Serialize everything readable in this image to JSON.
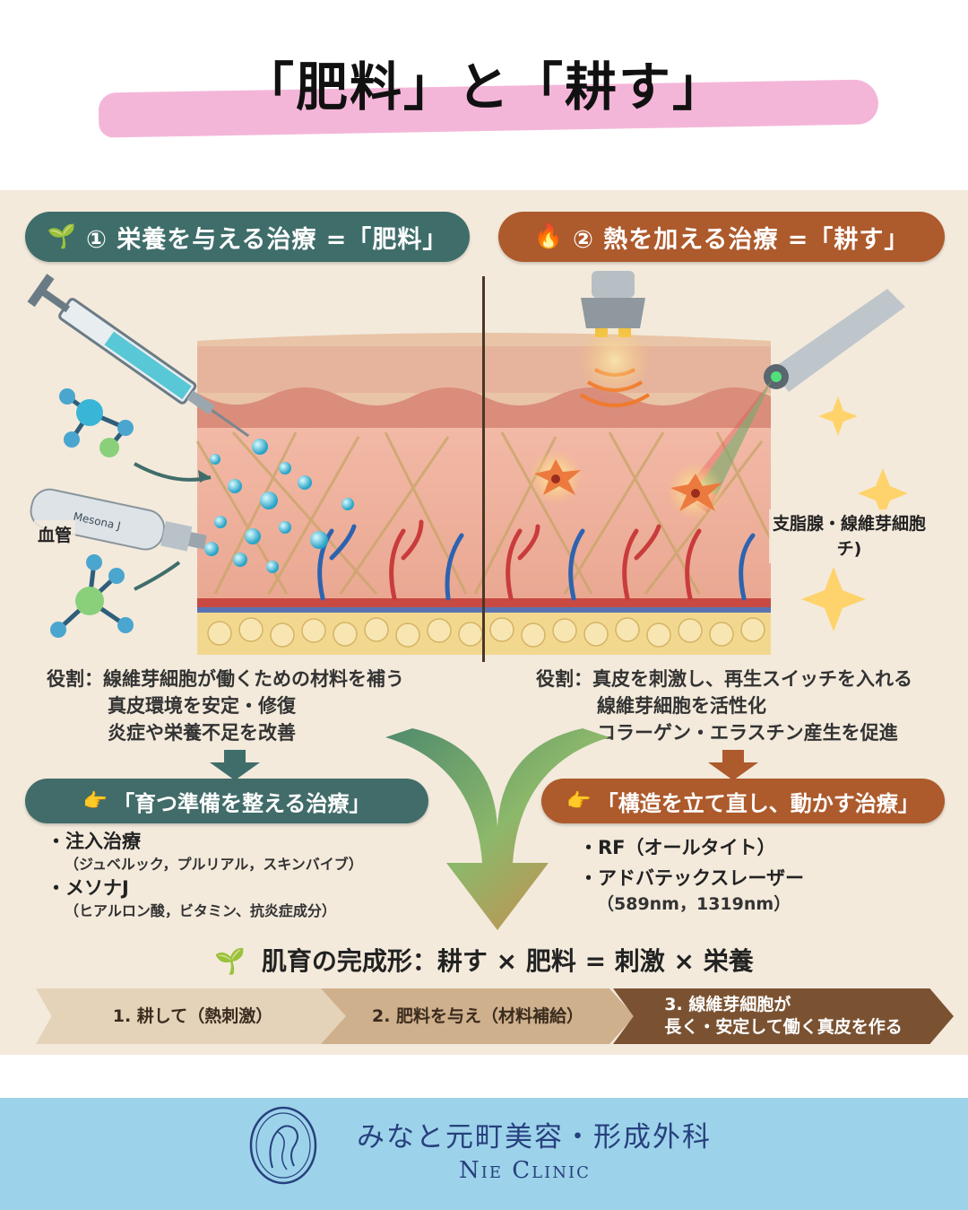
{
  "title": "「肥料」と「耕す」",
  "left_column": {
    "heading_emoji": "🌱",
    "heading": "① 栄養を与える治療 =「肥料」",
    "device_text": "Mesona J",
    "side_label": "血管",
    "role_lines": [
      "役割：線維芽細胞が働くための材料を補う",
      "真皮環境を安定・修復",
      "炎症や栄養不足を改善"
    ],
    "subheading_emoji": "👉",
    "subheading": "「育つ準備を整える治療」",
    "treatments": [
      {
        "name": "・注入治療",
        "detail": "（ジュベルック，プルリアル，スキンバイブ）"
      },
      {
        "name": "・メソナJ",
        "detail": "（ヒアルロン酸，ビタミン、抗炎症成分）"
      }
    ]
  },
  "right_column": {
    "heading_emoji": "🔥",
    "heading": "② 熱を加える治療 =「耕す」",
    "side_label_lines": [
      "支脂腺・線維芽細胞",
      "チ)"
    ],
    "role_lines": [
      "役割：真皮を刺激し、再生スイッチを入れる",
      "線維芽細胞を活性化",
      "コラーゲン・エラスチン産生を促進"
    ],
    "subheading_emoji": "👉",
    "subheading": "「構造を立て直し、動かす治療」",
    "treatments": [
      {
        "name": "・RF（オールタイト）",
        "detail": ""
      },
      {
        "name": "・アドバテックスレーザー",
        "detail": "（589nm，1319nm）"
      }
    ]
  },
  "summary": {
    "emoji": "🌱",
    "text": "肌育の完成形：耕す × 肥料 = 刺激 × 栄養"
  },
  "steps": [
    {
      "label": "1. 耕して（熱刺激）"
    },
    {
      "label": "2. 肥料を与え（材料補給）"
    },
    {
      "line1": "3. 線維芽細胞が",
      "line2": "長く・安定して働く真皮を作る"
    }
  ],
  "footer": {
    "clinic_name_ja": "みなと元町美容・形成外科",
    "clinic_name_en": "Nie Clinic"
  },
  "colors": {
    "title_highlight": "#f4b6d8",
    "left_accent": "#3f6d6a",
    "right_accent": "#ad5a2c",
    "panel_bg": "#f3eadc",
    "footer_bg": "#9dd3ea",
    "footer_text": "#27407e"
  }
}
